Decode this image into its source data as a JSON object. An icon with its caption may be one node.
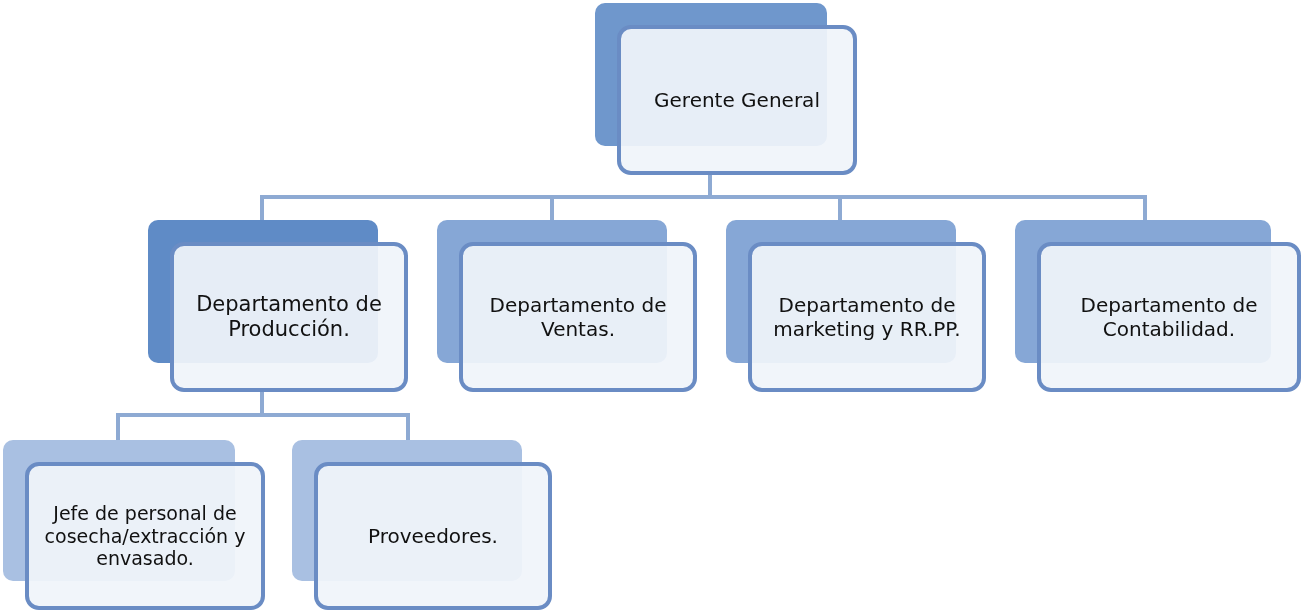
{
  "diagram": {
    "nodes": [
      {
        "text": [
          "Gerente General"
        ]
      },
      {
        "text": [
          "Departamento de Producción."
        ]
      },
      {
        "text": [
          "Departamento de Ventas."
        ]
      },
      {
        "text": [
          "Departamento de marketing y RR.PP."
        ]
      },
      {
        "text": [
          "Departamento de Contabilidad."
        ]
      },
      {
        "text": [
          "Jefe de personal de cosecha/extracción y envasado."
        ]
      },
      {
        "text": [
          "Proveedores."
        ]
      }
    ],
    "edges": [
      {
        "from": 0,
        "to": 1,
        "arrow": "none"
      },
      {
        "from": 0,
        "to": 2,
        "arrow": "none"
      },
      {
        "from": 0,
        "to": 3,
        "arrow": "none"
      },
      {
        "from": 0,
        "to": 4,
        "arrow": "none"
      },
      {
        "from": 1,
        "to": 5,
        "arrow": "none"
      },
      {
        "from": 1,
        "to": 6,
        "arrow": "none"
      }
    ]
  }
}
